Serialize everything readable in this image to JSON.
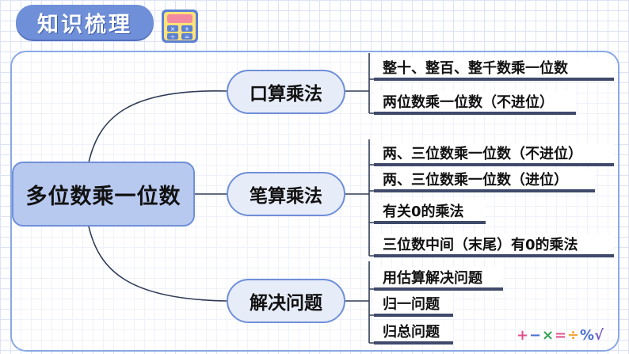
{
  "header": {
    "title": "知识梳理",
    "calculator_icon": "calculator-icon"
  },
  "mindmap": {
    "root": "多位数乘一位数",
    "branches": [
      {
        "label": "口算乘法",
        "items": [
          "整十、整百、整千数乘一位数",
          "两位数乘一位数（不进位）"
        ]
      },
      {
        "label": "笔算乘法",
        "items": [
          "两、三位数乘一位数（不进位）",
          "两、三位数乘一位数（进位）",
          "有关0的乘法",
          "三位数中间（末尾）有0的乘法"
        ]
      },
      {
        "label": "解决问题",
        "items": [
          "用估算解决问题",
          "归一问题",
          "归总问题"
        ]
      }
    ]
  },
  "colors": {
    "accent": "#6f8fd8",
    "root_fill": "#b8c9ef",
    "branch_fill": "#e7ecf9",
    "leaf_underline": "#3f4a6b",
    "line": "#2f3b55"
  },
  "decoration": "math-symbols-icon"
}
